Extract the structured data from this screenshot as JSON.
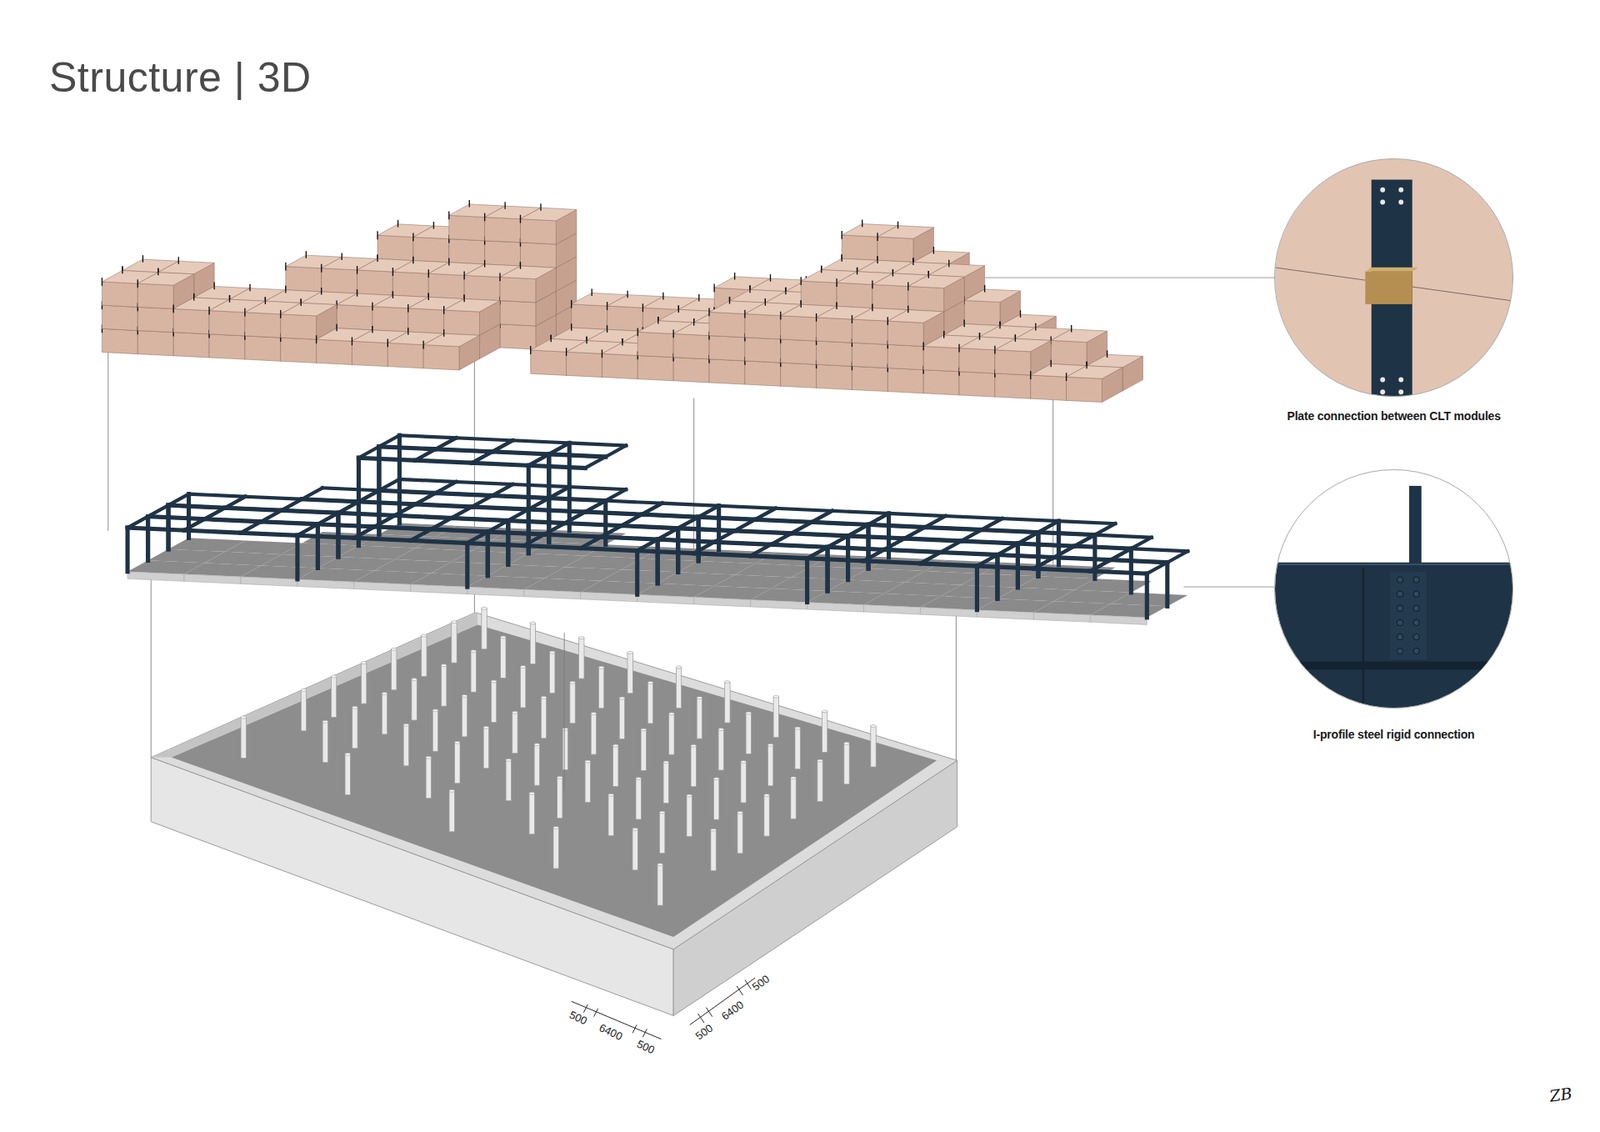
{
  "diagram": {
    "title": "Structure | 3D",
    "nodes": [
      {
        "text": [
          "Plate connection between CLT modules"
        ]
      },
      {
        "text": [
          "I-profile steel rigid connection"
        ]
      }
    ],
    "labels": [
      "500",
      "6400",
      "500",
      "500",
      "6400",
      "500",
      "ZB"
    ]
  }
}
